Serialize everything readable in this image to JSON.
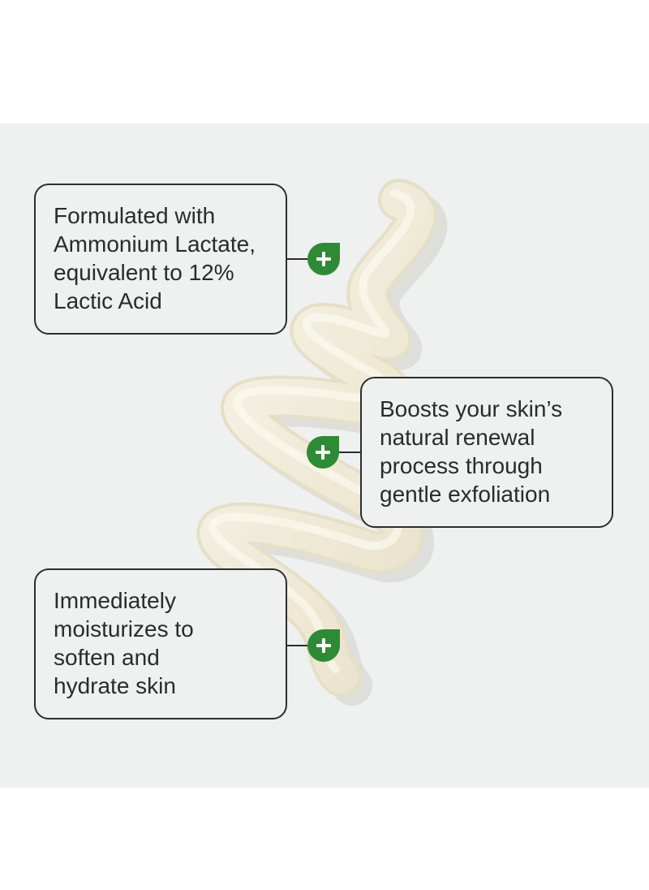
{
  "callouts": [
    {
      "lines": [
        "Formulated with",
        "Ammonium Lactate,",
        "equivalent to 12%",
        "Lactic Acid"
      ],
      "icon": "plus-leaf-icon"
    },
    {
      "lines": [
        "Boosts your skin’s",
        "natural renewal",
        "process through",
        "gentle exfoliation"
      ],
      "icon": "plus-leaf-icon"
    },
    {
      "lines": [
        "Immediately",
        "moisturizes to",
        "soften and",
        "hydrate skin"
      ],
      "icon": "plus-leaf-icon"
    }
  ],
  "colors": {
    "background": "#eff0f0",
    "page": "#ffffff",
    "text": "#2b2b2b",
    "border": "#2e2e2e",
    "badge_green": "#2e8b35",
    "lotion": "#f1ecdb"
  },
  "image": "lotion-swirl"
}
